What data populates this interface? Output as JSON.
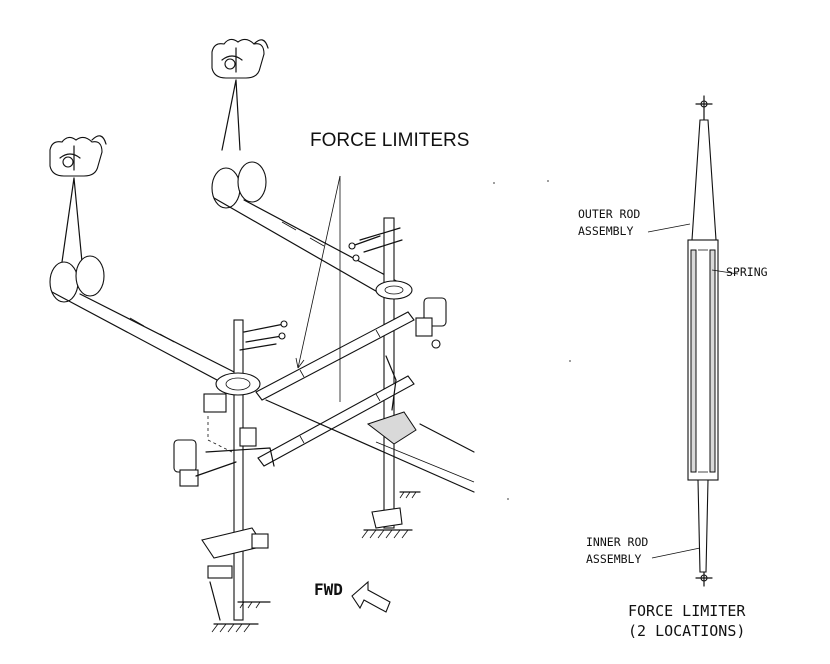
{
  "callout_title": "FORCE LIMITERS",
  "direction_label": "FWD",
  "detail": {
    "outer_rod_label": "OUTER ROD\nASSEMBLY",
    "spring_label": "SPRING",
    "inner_rod_label": "INNER ROD\nASSEMBLY",
    "caption_line1": "FORCE LIMITER",
    "caption_line2": "(2 LOCATIONS)"
  },
  "icons": {
    "direction_arrow": "hollow-arrow-icon"
  }
}
